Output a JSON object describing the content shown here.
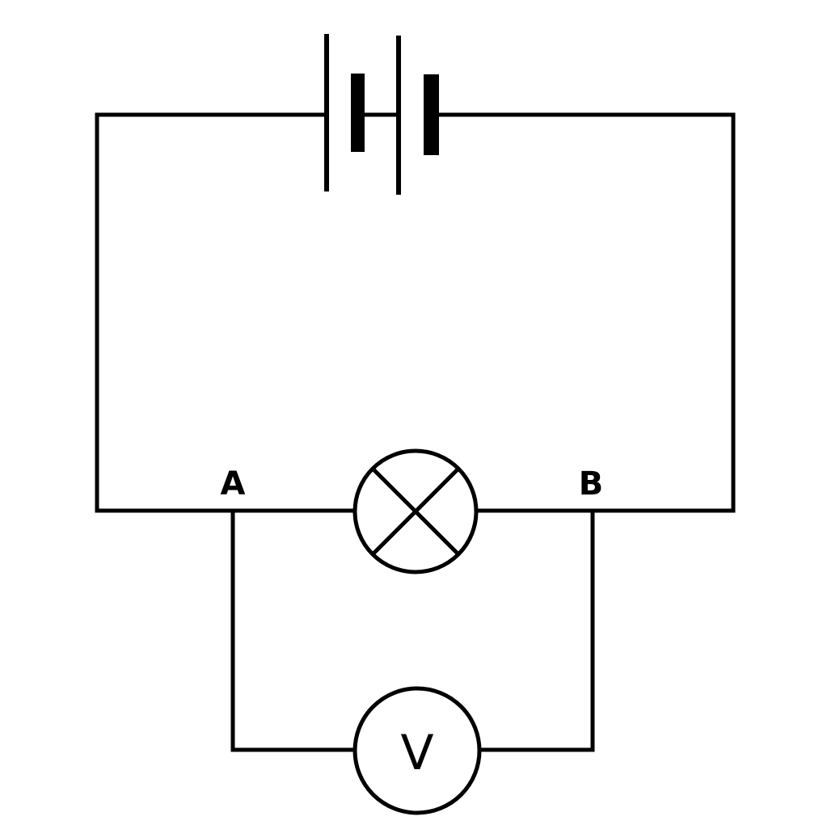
{
  "diagram": {
    "labels": {
      "node_a": "A",
      "node_b": "B",
      "voltmeter": "V"
    },
    "colors": {
      "stroke": "#000000",
      "background": "#ffffff"
    }
  }
}
